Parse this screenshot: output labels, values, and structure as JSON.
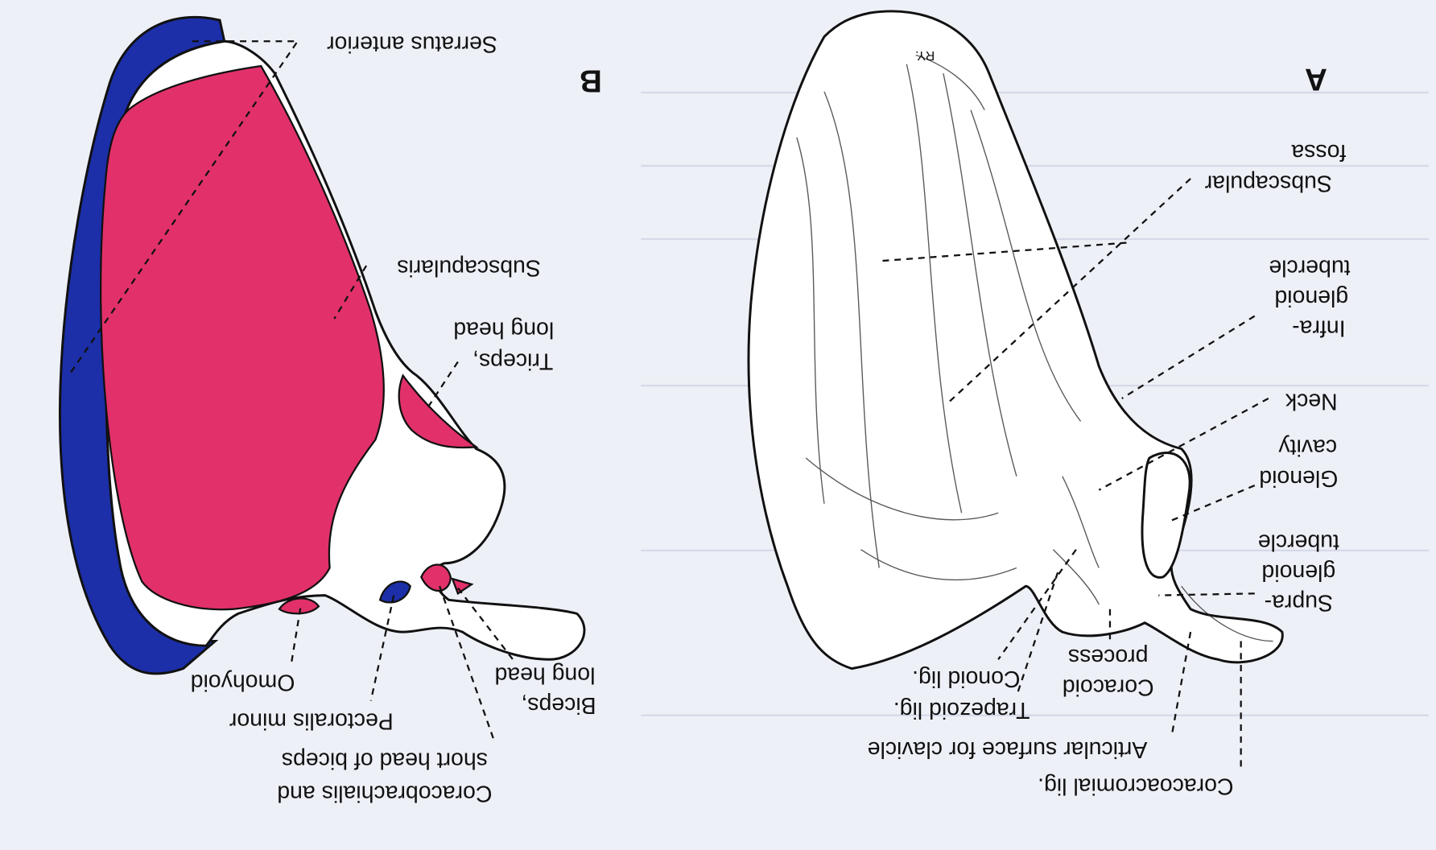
{
  "figure": {
    "orientation": "rotated 180 degrees",
    "colors": {
      "muscle_origin": "#e2316a",
      "muscle_insertion": "#1c2fa8",
      "background": "#eef0f7"
    },
    "panel_b": {
      "letter": "B",
      "labels": {
        "serratus_anterior": "Serratus anterior",
        "subscapularis": "Subscapularis",
        "triceps_1": "Triceps,",
        "triceps_2": "long head",
        "omohyoid": "Omohyoid",
        "pectoralis_minor": "Pectoralis minor",
        "coracobrachialis_1": "Coracobrachialis and",
        "coracobrachialis_2": "short head of biceps",
        "biceps_1": "Biceps,",
        "biceps_2": "long head"
      }
    },
    "panel_a": {
      "letter": "A",
      "artist_initials": "RY.",
      "labels": {
        "subscapular_1": "Subscapular",
        "subscapular_2": "fossa",
        "infra_1": "Infra-",
        "infra_2": "glenoid",
        "infra_3": "tubercle",
        "neck": "Neck",
        "glenoid_1": "Glenoid",
        "glenoid_2": "cavity",
        "supra_1": "Supra-",
        "supra_2": "glenoid",
        "supra_3": "tubercle",
        "coracoid_1": "Coracoid",
        "coracoid_2": "process",
        "conoid": "Conoid lig.",
        "trapezoid": "Trapezoid lig.",
        "articular": "Articular surface for clavicle",
        "coracoacromial": "Coracoacromial lig."
      }
    }
  }
}
